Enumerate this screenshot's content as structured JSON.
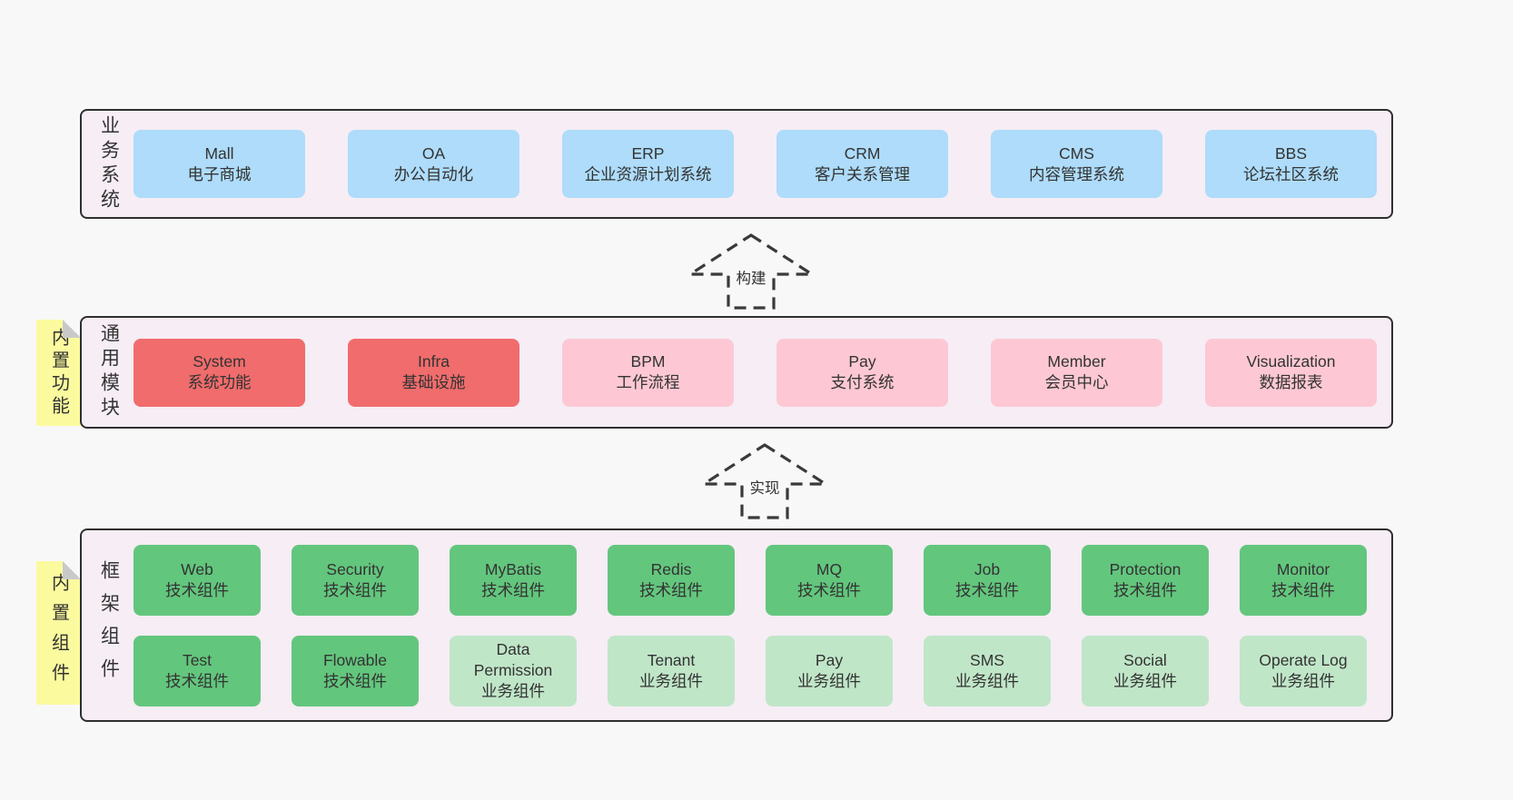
{
  "colors": {
    "pagebg": "#f8f8f8",
    "layerbg": "#f6edf5",
    "border": "#2f2f2f",
    "text": "#333333",
    "blue": "#aedcfa",
    "red": "#f16c6c",
    "pink": "#fdc8d3",
    "green": "#63c67d",
    "lightgreen": "#c0e6c8",
    "yellow": "#fbfa9e",
    "fold": "#c9c9c9"
  },
  "layers": [
    {
      "id": "business",
      "label": "业务系统",
      "note": null,
      "rows": [
        [
          {
            "en": "Mall",
            "zh": "电子商城",
            "variant": "blue"
          },
          {
            "en": "OA",
            "zh": "办公自动化",
            "variant": "blue"
          },
          {
            "en": "ERP",
            "zh": "企业资源计划系统",
            "variant": "blue"
          },
          {
            "en": "CRM",
            "zh": "客户关系管理",
            "variant": "blue"
          },
          {
            "en": "CMS",
            "zh": "内容管理系统",
            "variant": "blue"
          },
          {
            "en": "BBS",
            "zh": "论坛社区系统",
            "variant": "blue"
          }
        ]
      ]
    },
    {
      "id": "modules",
      "label": "通用模块",
      "note": "内置功能",
      "rows": [
        [
          {
            "en": "System",
            "zh": "系统功能",
            "variant": "red"
          },
          {
            "en": "Infra",
            "zh": "基础设施",
            "variant": "red"
          },
          {
            "en": "BPM",
            "zh": "工作流程",
            "variant": "pink"
          },
          {
            "en": "Pay",
            "zh": "支付系统",
            "variant": "pink"
          },
          {
            "en": "Member",
            "zh": "会员中心",
            "variant": "pink"
          },
          {
            "en": "Visualization",
            "zh": "数据报表",
            "variant": "pink"
          }
        ]
      ]
    },
    {
      "id": "framework",
      "label": "框架组件",
      "note": "内置组件",
      "rows": [
        [
          {
            "en": "Web",
            "zh": "技术组件",
            "variant": "green"
          },
          {
            "en": "Security",
            "zh": "技术组件",
            "variant": "green"
          },
          {
            "en": "MyBatis",
            "zh": "技术组件",
            "variant": "green"
          },
          {
            "en": "Redis",
            "zh": "技术组件",
            "variant": "green"
          },
          {
            "en": "MQ",
            "zh": "技术组件",
            "variant": "green"
          },
          {
            "en": "Job",
            "zh": "技术组件",
            "variant": "green"
          },
          {
            "en": "Protection",
            "zh": "技术组件",
            "variant": "green"
          },
          {
            "en": "Monitor",
            "zh": "技术组件",
            "variant": "green"
          }
        ],
        [
          {
            "en": "Test",
            "zh": "技术组件",
            "variant": "green"
          },
          {
            "en": "Flowable",
            "zh": "技术组件",
            "variant": "green"
          },
          {
            "en": "Data\nPermission",
            "zh": "业务组件",
            "variant": "lightgreen"
          },
          {
            "en": "Tenant",
            "zh": "业务组件",
            "variant": "lightgreen"
          },
          {
            "en": "Pay",
            "zh": "业务组件",
            "variant": "lightgreen"
          },
          {
            "en": "SMS",
            "zh": "业务组件",
            "variant": "lightgreen"
          },
          {
            "en": "Social",
            "zh": "业务组件",
            "variant": "lightgreen"
          },
          {
            "en": "Operate Log",
            "zh": "业务组件",
            "variant": "lightgreen"
          }
        ]
      ]
    }
  ],
  "arrows": [
    {
      "label": "构建"
    },
    {
      "label": "实现"
    }
  ]
}
